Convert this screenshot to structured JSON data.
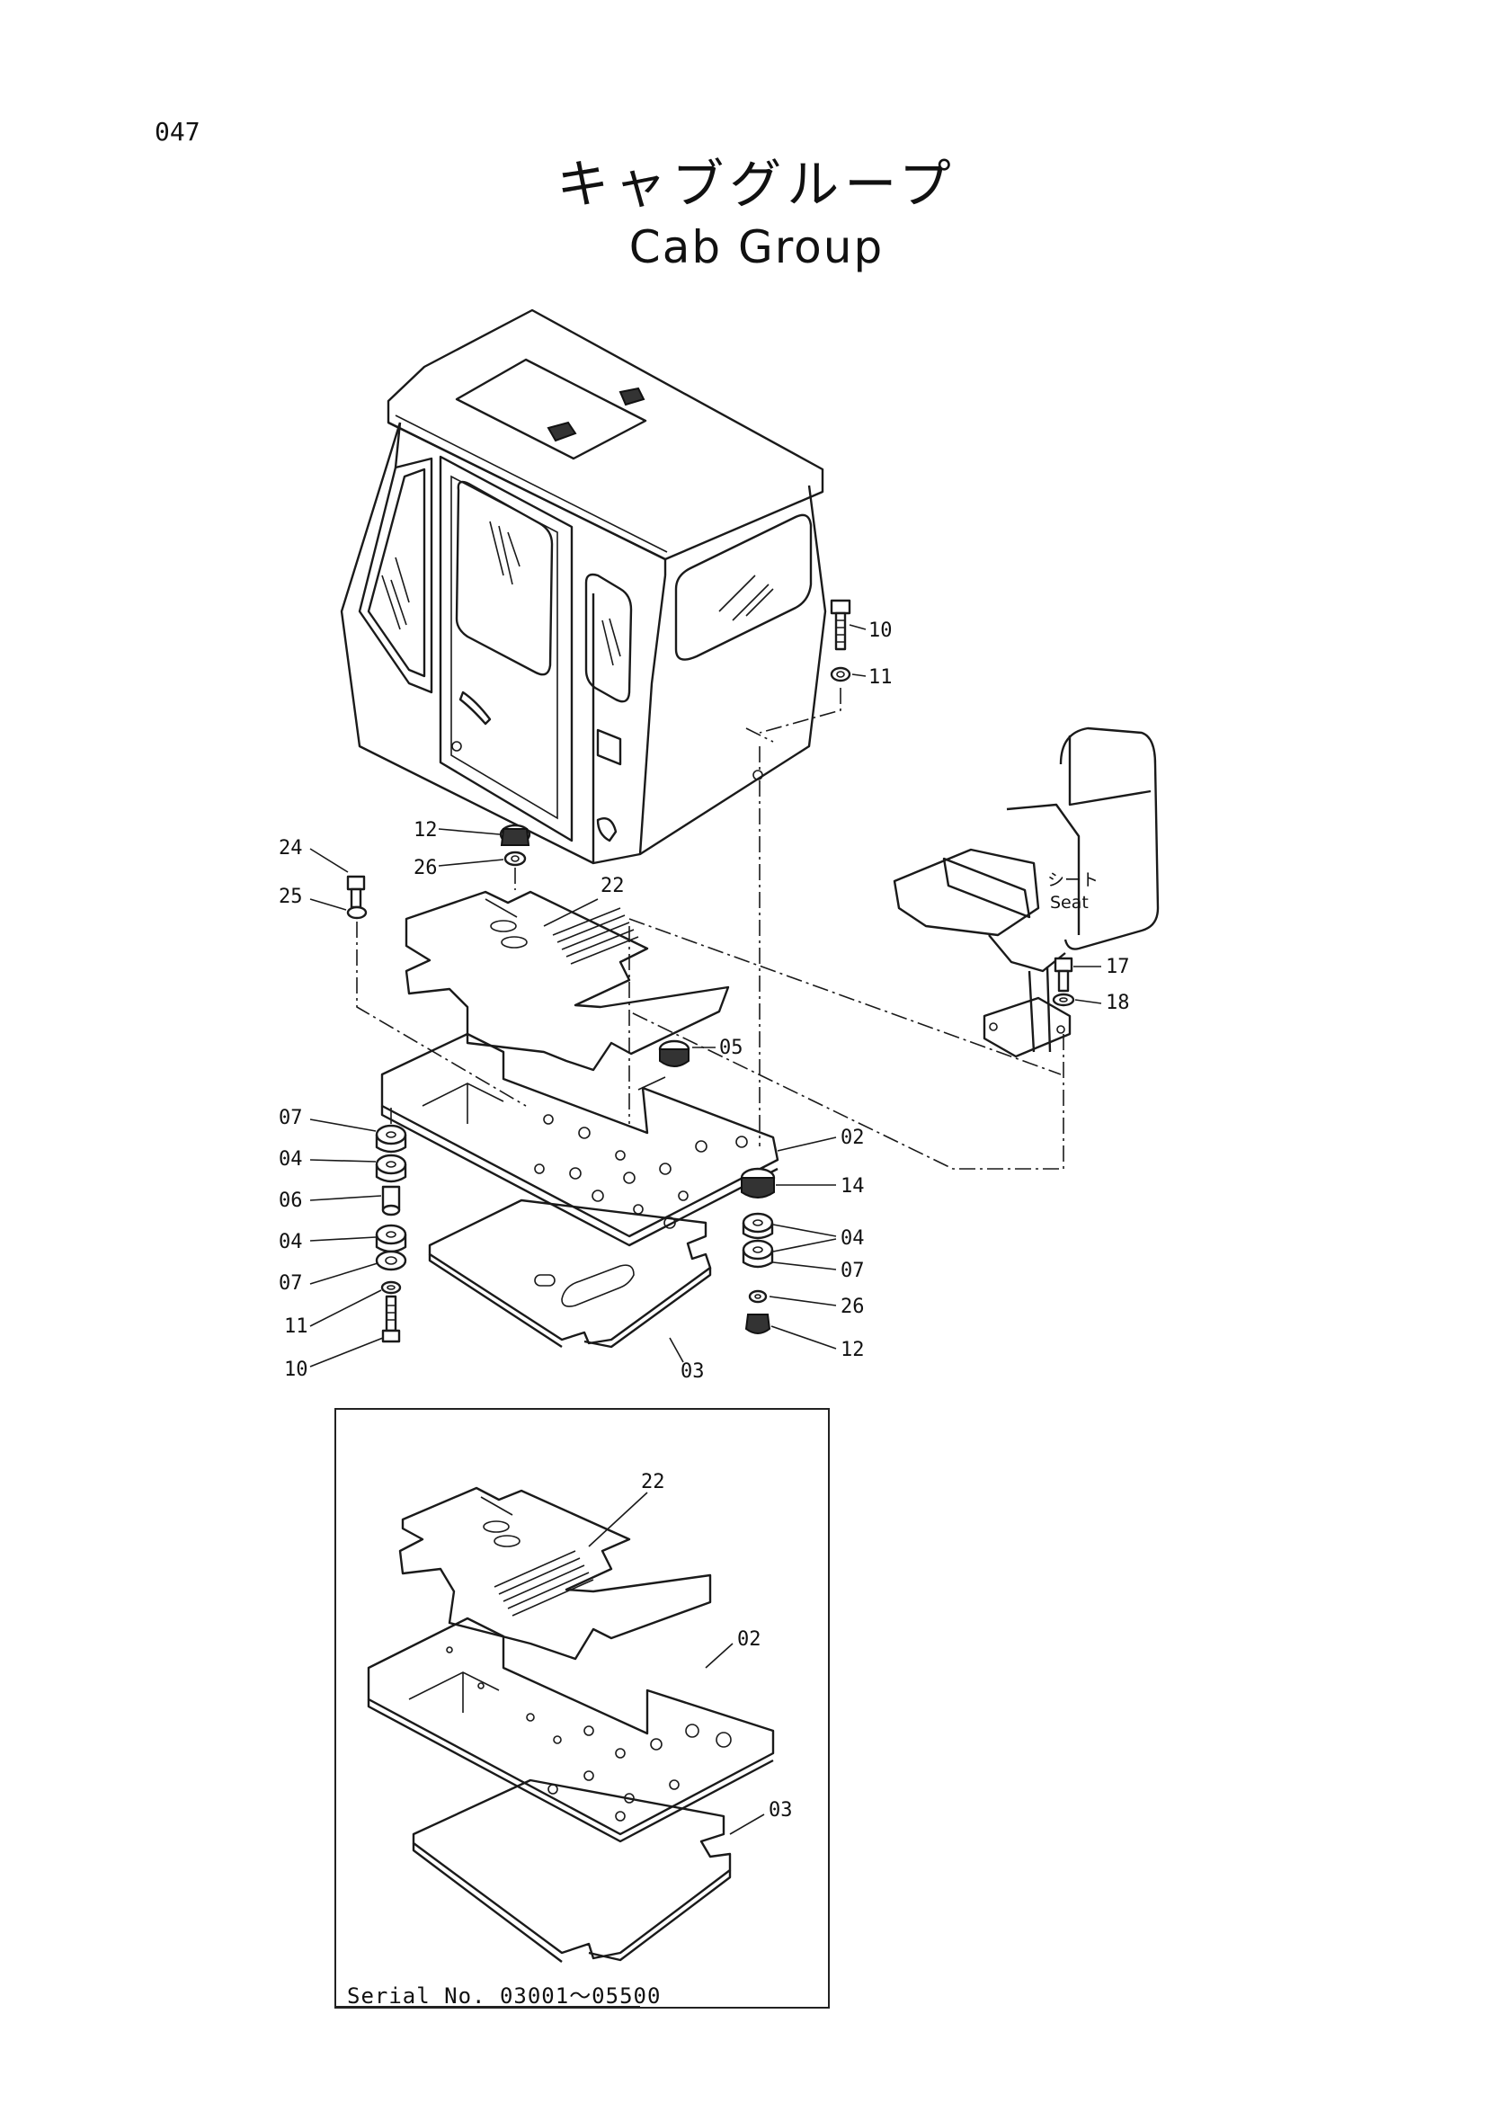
{
  "page_number": "047",
  "title_jp": "キャブグループ",
  "title_en": "Cab Group",
  "seat_label_jp": "シート",
  "seat_label_en": "Seat",
  "serial_note": "Serial No. 03001～05500",
  "callouts_main": [
    "10",
    "11",
    "12",
    "26",
    "24",
    "25",
    "22",
    "05",
    "07",
    "04",
    "06",
    "04",
    "07",
    "11",
    "10",
    "02",
    "14",
    "04",
    "07",
    "26",
    "12",
    "03",
    "17",
    "18"
  ],
  "callouts_inset": [
    "22",
    "02",
    "03"
  ]
}
